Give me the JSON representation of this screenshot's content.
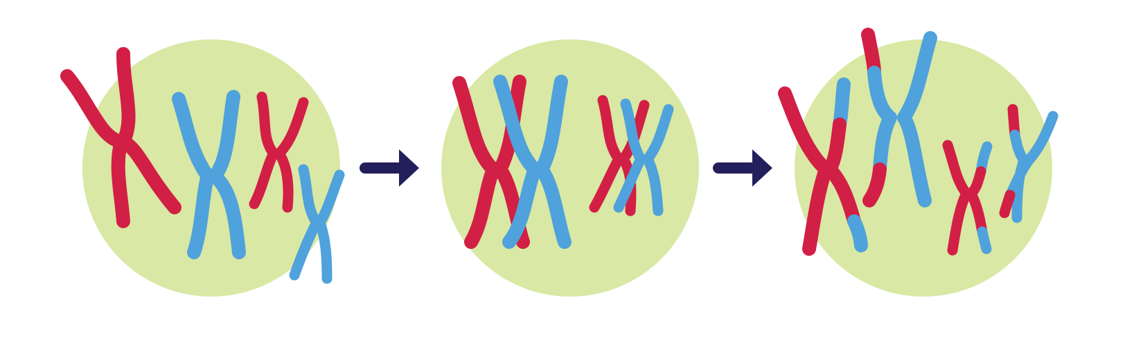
{
  "colors": {
    "red": "#D21F45",
    "blue": "#4FA2DB",
    "cell": "#D9E8A4",
    "arrow": "#231F5C",
    "background": "#FFFFFF"
  },
  "stages": [
    {
      "name": "before-crossing-over",
      "pairs": [
        "homologous-pair-large",
        "homologous-pair-small"
      ]
    },
    {
      "name": "synapsis",
      "pairs": [
        "paired-homologs-large",
        "paired-homologs-small"
      ]
    },
    {
      "name": "after-crossing-over",
      "pairs": [
        "recombinant-pair-large",
        "recombinant-pair-small"
      ]
    }
  ],
  "icons": [
    "arrow-right-icon",
    "arrow-right-icon"
  ]
}
